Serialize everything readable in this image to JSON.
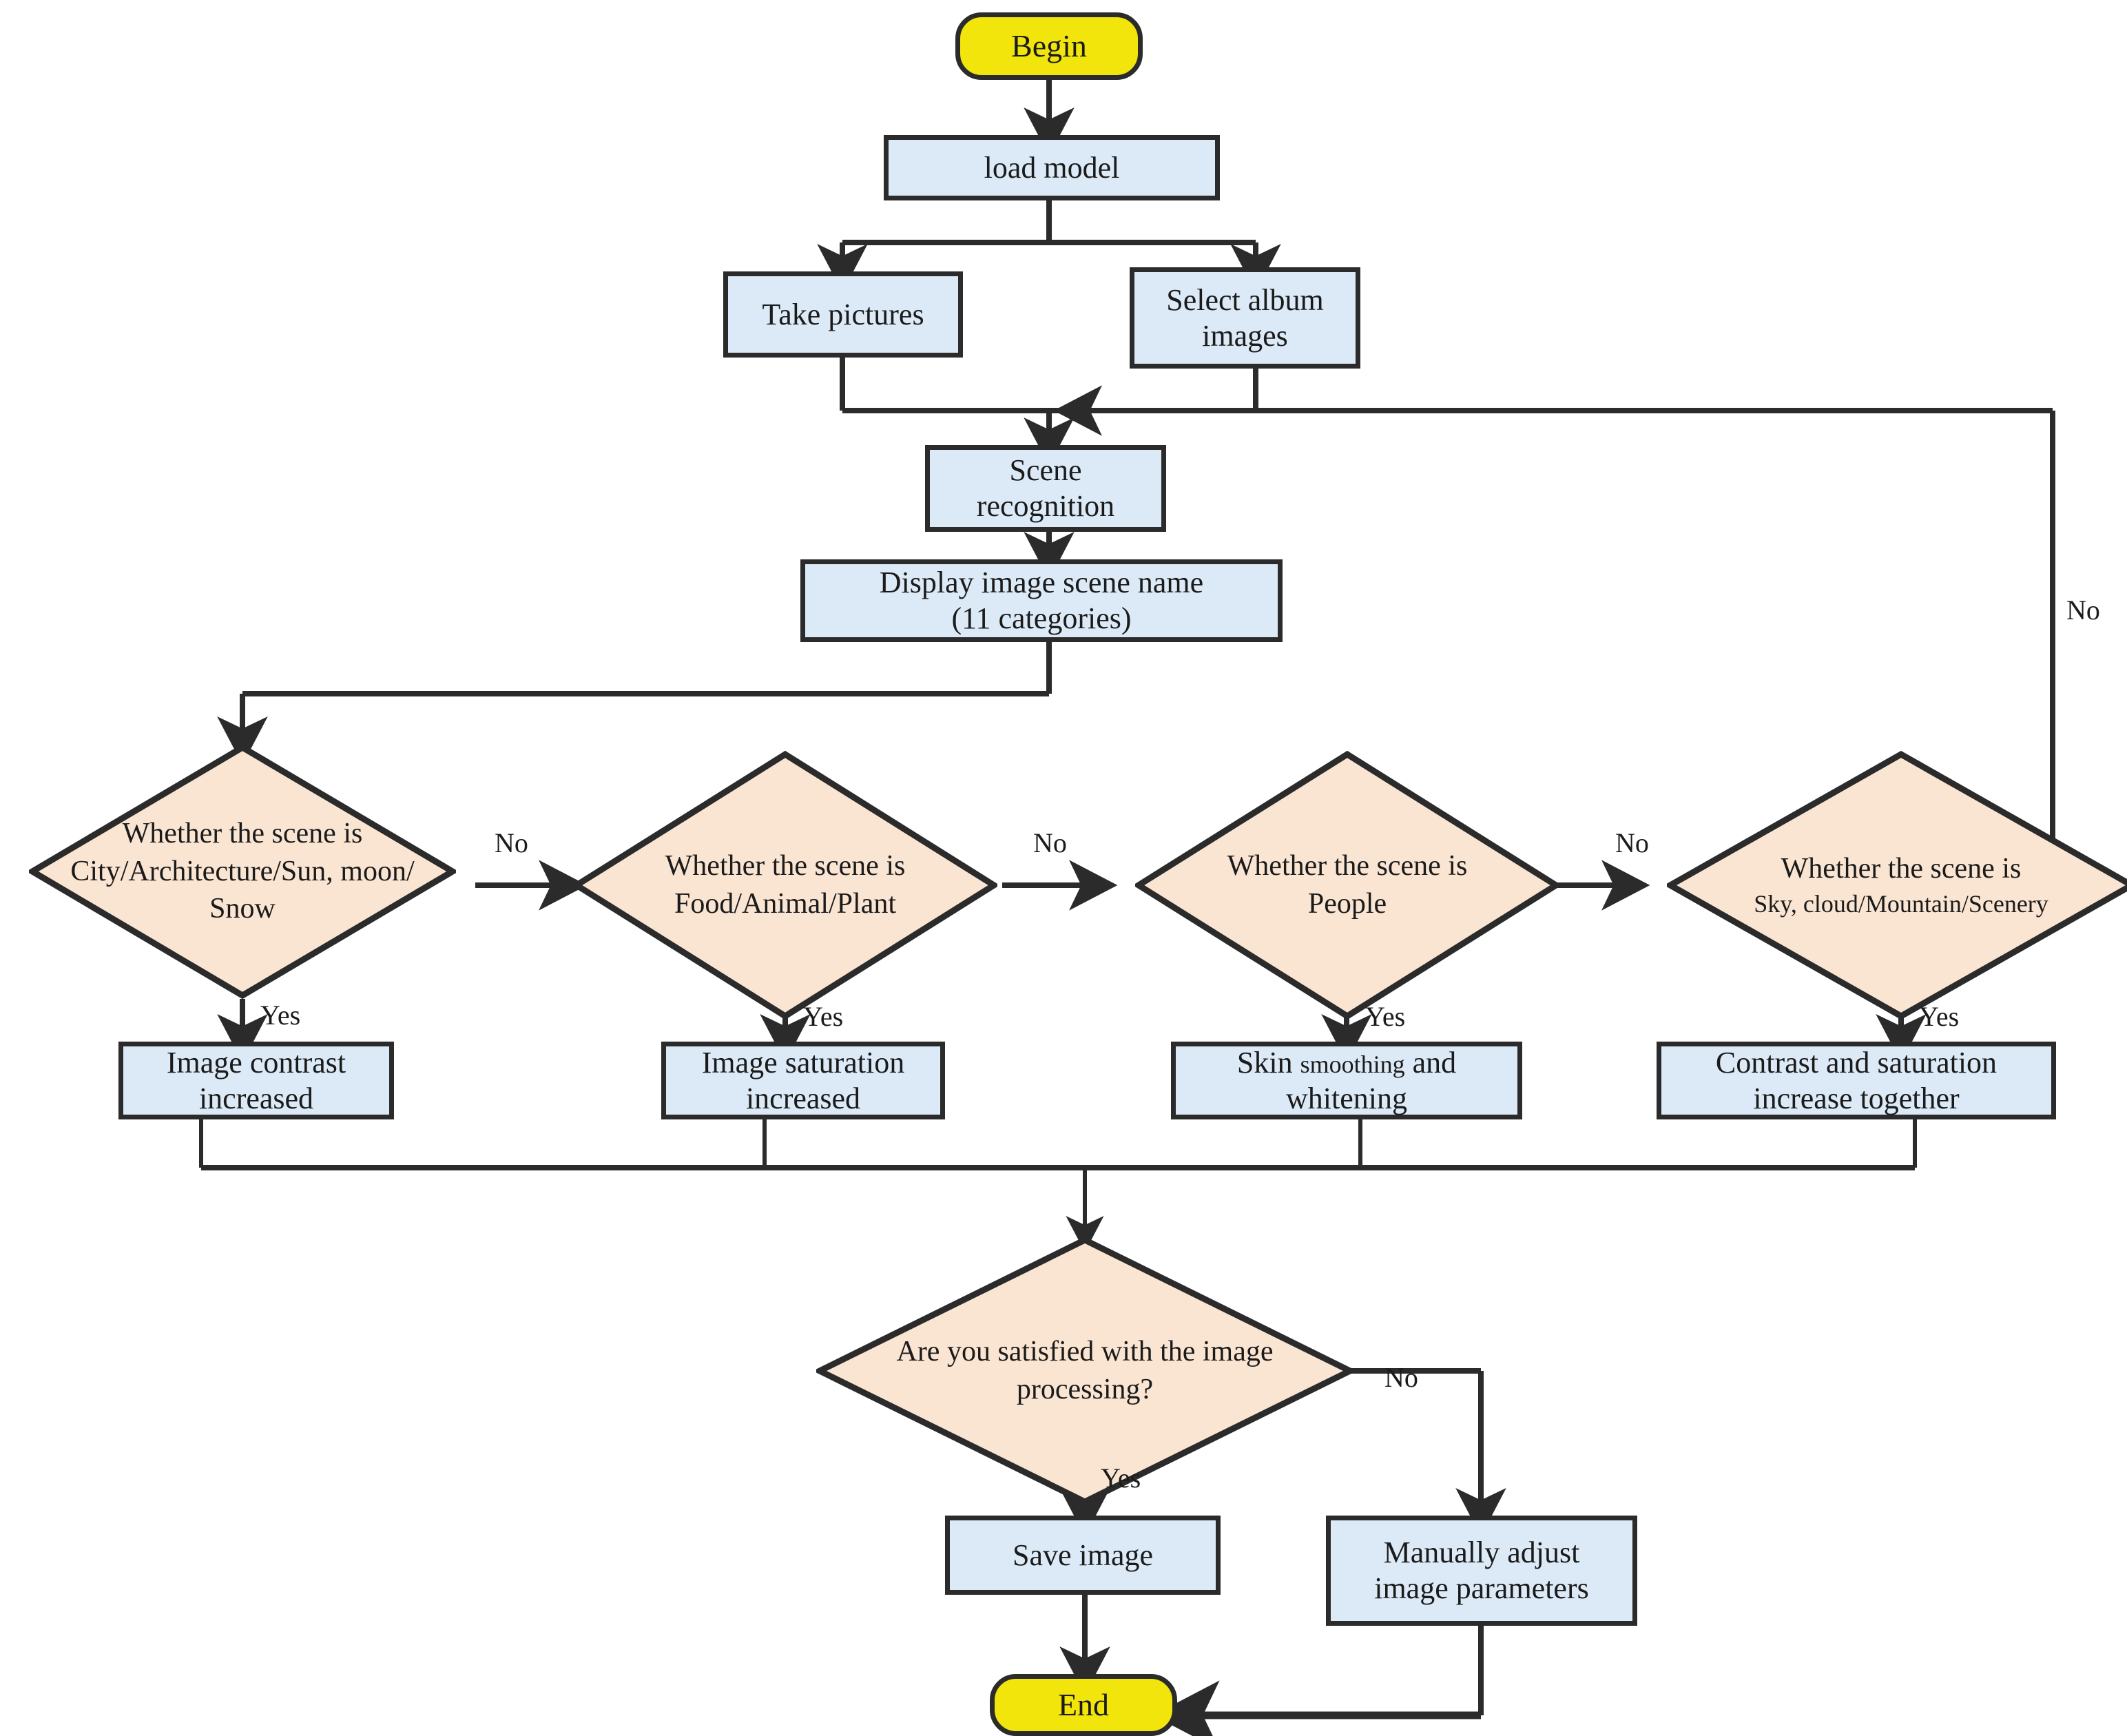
{
  "diagram": {
    "title": "Image scene recognition and enhancement flowchart",
    "colors": {
      "terminator_fill": "#F1E50C",
      "process_fill": "#DCEAF7",
      "decision_fill": "#FAE5D3",
      "stroke": "#2b2b2b",
      "text": "#1b1b1b"
    }
  },
  "nodes": {
    "begin": {
      "label": "Begin",
      "type": "terminator"
    },
    "load_model": {
      "label": "load model",
      "type": "process"
    },
    "take_pictures": {
      "label": "Take pictures",
      "type": "process"
    },
    "select_album": {
      "line1": "Select album",
      "line2": "images",
      "type": "process"
    },
    "scene_recognition": {
      "line1": "Scene",
      "line2": "recognition",
      "type": "process"
    },
    "display_scene_name": {
      "line1": "Display image scene name",
      "line2": "(11 categories)",
      "type": "process"
    },
    "decision_city": {
      "line1": "Whether the scene is",
      "line2": "City/Architecture/Sun, moon/",
      "line3": "Snow",
      "type": "decision"
    },
    "decision_food": {
      "line1": "Whether the scene is",
      "line2": "Food/Animal/Plant",
      "type": "decision"
    },
    "decision_people": {
      "line1": "Whether the scene is",
      "line2": "People",
      "type": "decision"
    },
    "decision_sky": {
      "line1": "Whether the scene is",
      "line2": "Sky, cloud/Mountain/Scenery",
      "type": "decision"
    },
    "action_contrast": {
      "line1": "Image contrast",
      "line2": "increased",
      "type": "process"
    },
    "action_saturation": {
      "line1": "Image saturation",
      "line2": "increased",
      "type": "process"
    },
    "action_skin": {
      "line1a": "Skin ",
      "line1b": "smoothing",
      "line1c": " and",
      "line2": "whitening",
      "type": "process"
    },
    "action_both": {
      "line1": "Contrast and saturation",
      "line2": "increase together",
      "type": "process"
    },
    "decision_satisfied": {
      "line1": "Are you satisfied with the image",
      "line2": "processing?",
      "type": "decision"
    },
    "save_image": {
      "label": "Save image",
      "type": "process"
    },
    "manual_adjust": {
      "line1": "Manually adjust",
      "line2": "image parameters",
      "type": "process"
    },
    "end": {
      "label": "End",
      "type": "terminator"
    }
  },
  "edge_labels": {
    "no_city": "No",
    "no_food": "No",
    "no_people": "No",
    "no_sky_loop": "No",
    "yes_city": "Yes",
    "yes_food": "Yes",
    "yes_people": "Yes",
    "yes_sky": "Yes",
    "yes_satisfied": "Yes",
    "no_satisfied": "No"
  }
}
